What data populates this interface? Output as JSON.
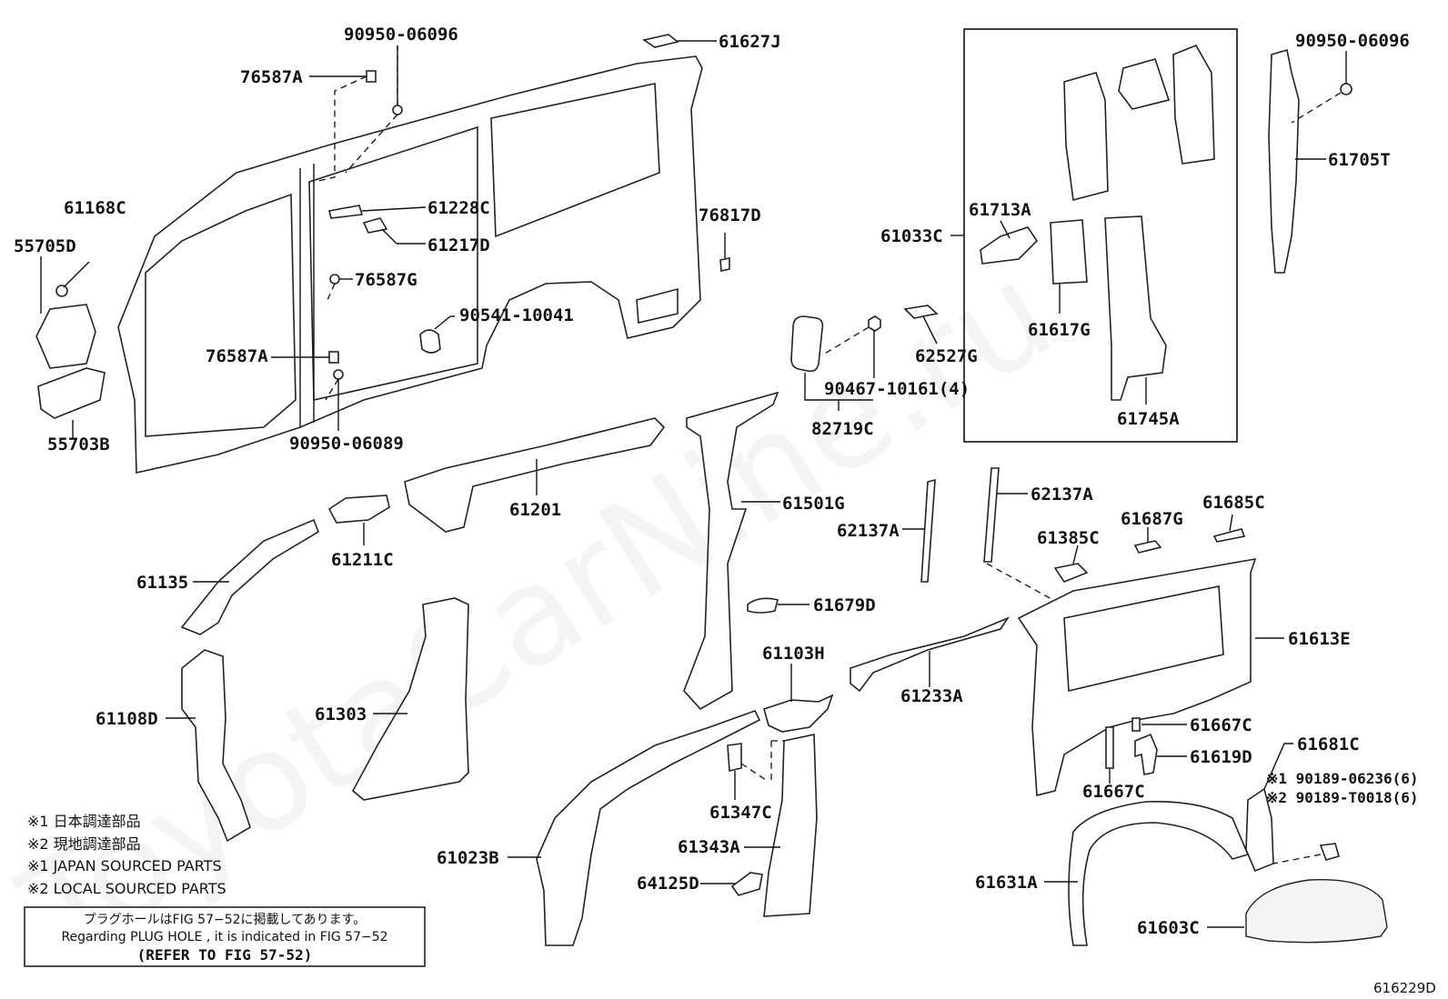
{
  "labels": {
    "p90950_06096_top": "90950-06096",
    "p61627J": "61627J",
    "p76587A_top": "76587A",
    "p61168C": "61168C",
    "p55705D": "55705D",
    "p61228C": "61228C",
    "p61217D": "61217D",
    "p76817D": "76817D",
    "p76587G": "76587G",
    "p90541_10041": "90541-10041",
    "p76587A_mid": "76587A",
    "p55703B": "55703B",
    "p90950_06089": "90950-06089",
    "p61033C": "61033C",
    "p61713A": "61713A",
    "p61617G": "61617G",
    "p61745A": "61745A",
    "p90950_06096_right": "90950-06096",
    "p61705T": "61705T",
    "p62527G": "62527G",
    "p90467_10161": "90467-10161(4)",
    "p82719C": "82719C",
    "p61201": "61201",
    "p61501G": "61501G",
    "p62137A_left": "62137A",
    "p62137A_right": "62137A",
    "p61385C": "61385C",
    "p61687G": "61687G",
    "p61685C": "61685C",
    "p61135": "61135",
    "p61211C": "61211C",
    "p61679D": "61679D",
    "p61613E": "61613E",
    "p61103H": "61103H",
    "p61233A": "61233A",
    "p61108D": "61108D",
    "p61303": "61303",
    "p61667C_top": "61667C",
    "p61619D": "61619D",
    "p61681C": "61681C",
    "p61667C_bot": "61667C",
    "p90189_06236": "※1 90189-06236(6)",
    "p90189_T0018": "※2 90189-T0018(6)",
    "p61347C": "61347C",
    "p61343A": "61343A",
    "p61023B": "61023B",
    "p64125D": "64125D",
    "p61631A": "61631A",
    "p61603C": "61603C"
  },
  "legend": {
    "line1": "※1  日本調達部品",
    "line2": "※2  現地調達部品",
    "line3": "※1  JAPAN SOURCED PARTS",
    "line4": "※2  LOCAL SOURCED PARTS"
  },
  "notice": {
    "line1": "プラグホールはFIG 57−52に掲載してあります。",
    "line2": "Regarding  PLUG HOLE , it is indicated in FIG  57−52",
    "line3": "(REFER TO FIG 57-52)"
  },
  "figure_id": "616229D",
  "watermark": "ToyotaCarNine.ru"
}
